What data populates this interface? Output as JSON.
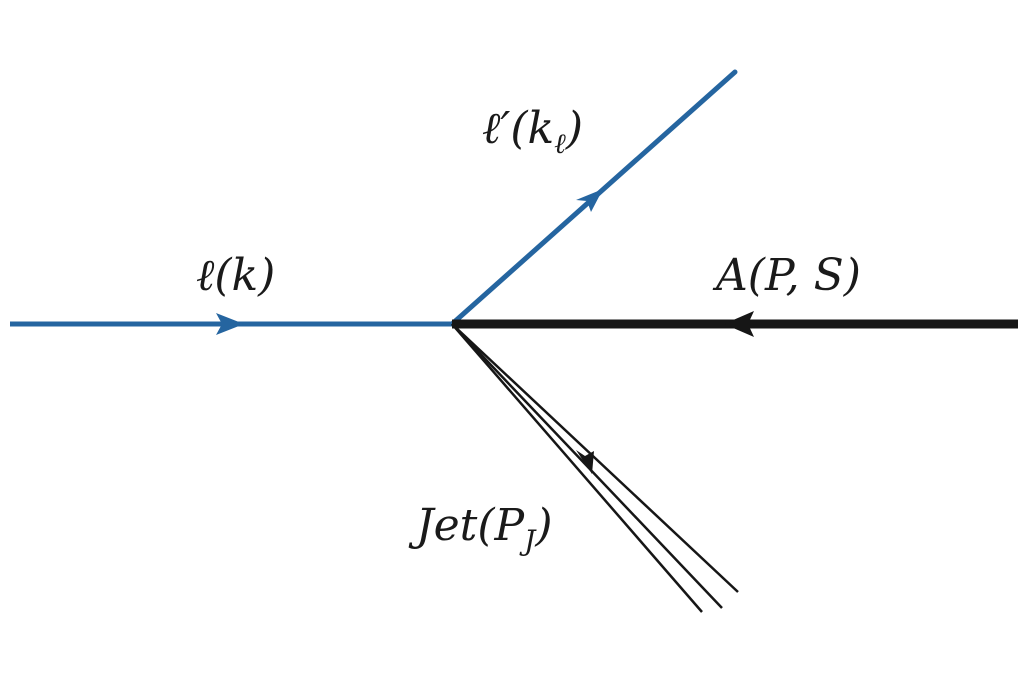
{
  "colors": {
    "lepton": "#2565a0",
    "hadron": "#161616",
    "jet": "#161616",
    "background": "#ffffff",
    "text": "#1a1a1a"
  },
  "labels": {
    "incoming_lepton": {
      "main": "ℓ(k)"
    },
    "outgoing_lepton": {
      "prefix": "ℓ′(k",
      "subscript": "ℓ",
      "suffix": ")"
    },
    "hadron": {
      "main": "A(P, S)"
    },
    "jet": {
      "prefix": "Jet(P",
      "subscript": "J",
      "suffix": ")"
    }
  }
}
